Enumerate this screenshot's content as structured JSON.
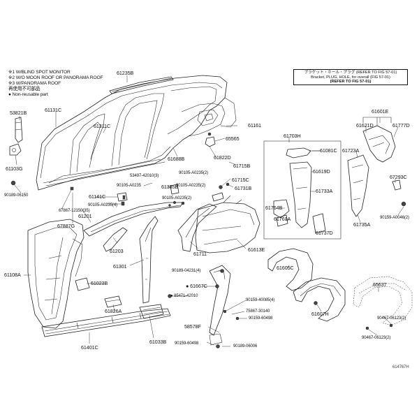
{
  "legend": {
    "items": [
      {
        "mark": "※1",
        "text": "W/BLIND SPOT MONITOR"
      },
      {
        "mark": "※2",
        "text": "W/O MOON ROOF OR PANORAMA ROOF"
      },
      {
        "mark": "※3",
        "text": "W/PANORAMA ROOF"
      },
      {
        "mark": "",
        "text": "再使用不可部品"
      },
      {
        "mark": "●",
        "text": "Non-reusable part"
      }
    ]
  },
  "note": {
    "line1": "ブラケット・ホール・プラグ (REFER TO FIG 57-01)",
    "line2": "Bracket, PLUG, HOLE, for overall (FIG 57-01)",
    "line3": "(REFER TO FIG 57-01)"
  },
  "diagram_code": "614767H",
  "parts": [
    {
      "id": "p61235B",
      "text": "61235B"
    },
    {
      "id": "p53821B",
      "text": "53821B"
    },
    {
      "id": "p61131C",
      "text": "61131C"
    },
    {
      "id": "p61311C",
      "text": "61311C"
    },
    {
      "id": "p61103G",
      "text": "61103G"
    },
    {
      "id": "p90189_06150",
      "text": "90189-06150"
    },
    {
      "id": "p67867_12150",
      "text": "67867-12150(35)"
    },
    {
      "id": "p67887G",
      "text": "67887G"
    },
    {
      "id": "p61161",
      "text": "61161"
    },
    {
      "id": "p65565",
      "text": "65565"
    },
    {
      "id": "p61688B",
      "text": "61688B"
    },
    {
      "id": "p61822D",
      "text": "61822D"
    },
    {
      "id": "p61715B",
      "text": "61715B"
    },
    {
      "id": "p90105_A0235_2a",
      "text": "90105-A0235(2)"
    },
    {
      "id": "p90105_A0235_2b",
      "text": "90105-A0235(2)"
    },
    {
      "id": "p61715C",
      "text": "61715C"
    },
    {
      "id": "p61731B",
      "text": "61731B"
    },
    {
      "id": "p53497_42010",
      "text": "53497-42010(3)"
    },
    {
      "id": "p90105_A0235",
      "text": "90105-A0235"
    },
    {
      "id": "p61385B",
      "text": "61385B"
    },
    {
      "id": "p61141C",
      "text": "61141C"
    },
    {
      "id": "p90105_A0235_4",
      "text": "90105-A0235(4)"
    },
    {
      "id": "p90105_A0235_2c",
      "text": "90105-A0235(2)"
    },
    {
      "id": "p61201",
      "text": "61201"
    },
    {
      "id": "p61203",
      "text": "61203"
    },
    {
      "id": "p61301",
      "text": "61301"
    },
    {
      "id": "p61711",
      "text": "61711"
    },
    {
      "id": "p61613E",
      "text": "61613E"
    },
    {
      "id": "p61108A",
      "text": "61108A"
    },
    {
      "id": "p61023B",
      "text": "61023B"
    },
    {
      "id": "p61826A",
      "text": "61826A"
    },
    {
      "id": "p61033B",
      "text": "61033B"
    },
    {
      "id": "p61401C",
      "text": "61401C"
    },
    {
      "id": "p90189_04231",
      "text": "90189-04231(4)"
    },
    {
      "id": "p61667C",
      "text": "61667C"
    },
    {
      "id": "p85471_42010",
      "text": "85471-42010"
    },
    {
      "id": "p58578F",
      "text": "58578F"
    },
    {
      "id": "p90159_60498a",
      "text": "90159-60498"
    },
    {
      "id": "p90159_60498b",
      "text": "90159-60498"
    },
    {
      "id": "p90189_06006",
      "text": "90189-06006"
    },
    {
      "id": "p90159_40085",
      "text": "90159-40085(4)"
    },
    {
      "id": "p75867_30140",
      "text": "75867-30140"
    },
    {
      "id": "p61703H",
      "text": "61703H"
    },
    {
      "id": "p61081C",
      "text": "61081C"
    },
    {
      "id": "p61619D",
      "text": "61619D"
    },
    {
      "id": "p61733A",
      "text": "61733A"
    },
    {
      "id": "p61764B",
      "text": "61764B"
    },
    {
      "id": "p61761A",
      "text": "61761A"
    },
    {
      "id": "p61737D",
      "text": "61737D"
    },
    {
      "id": "p61601E",
      "text": "61601E"
    },
    {
      "id": "p61621D",
      "text": "61621D"
    },
    {
      "id": "p61777D",
      "text": "61777D"
    },
    {
      "id": "p61723A",
      "text": "61723A"
    },
    {
      "id": "p67293C",
      "text": "67293C"
    },
    {
      "id": "p61735A",
      "text": "61735A"
    },
    {
      "id": "p90159_40046",
      "text": "90159-A0046(2)"
    },
    {
      "id": "p61605C",
      "text": "61605C"
    },
    {
      "id": "p61607H",
      "text": "61607H"
    },
    {
      "id": "p65637",
      "text": "65637"
    },
    {
      "id": "p90467_06123a",
      "text": "90467-06123(2)"
    },
    {
      "id": "p90467_06123b",
      "text": "90467-06123(2)"
    }
  ]
}
